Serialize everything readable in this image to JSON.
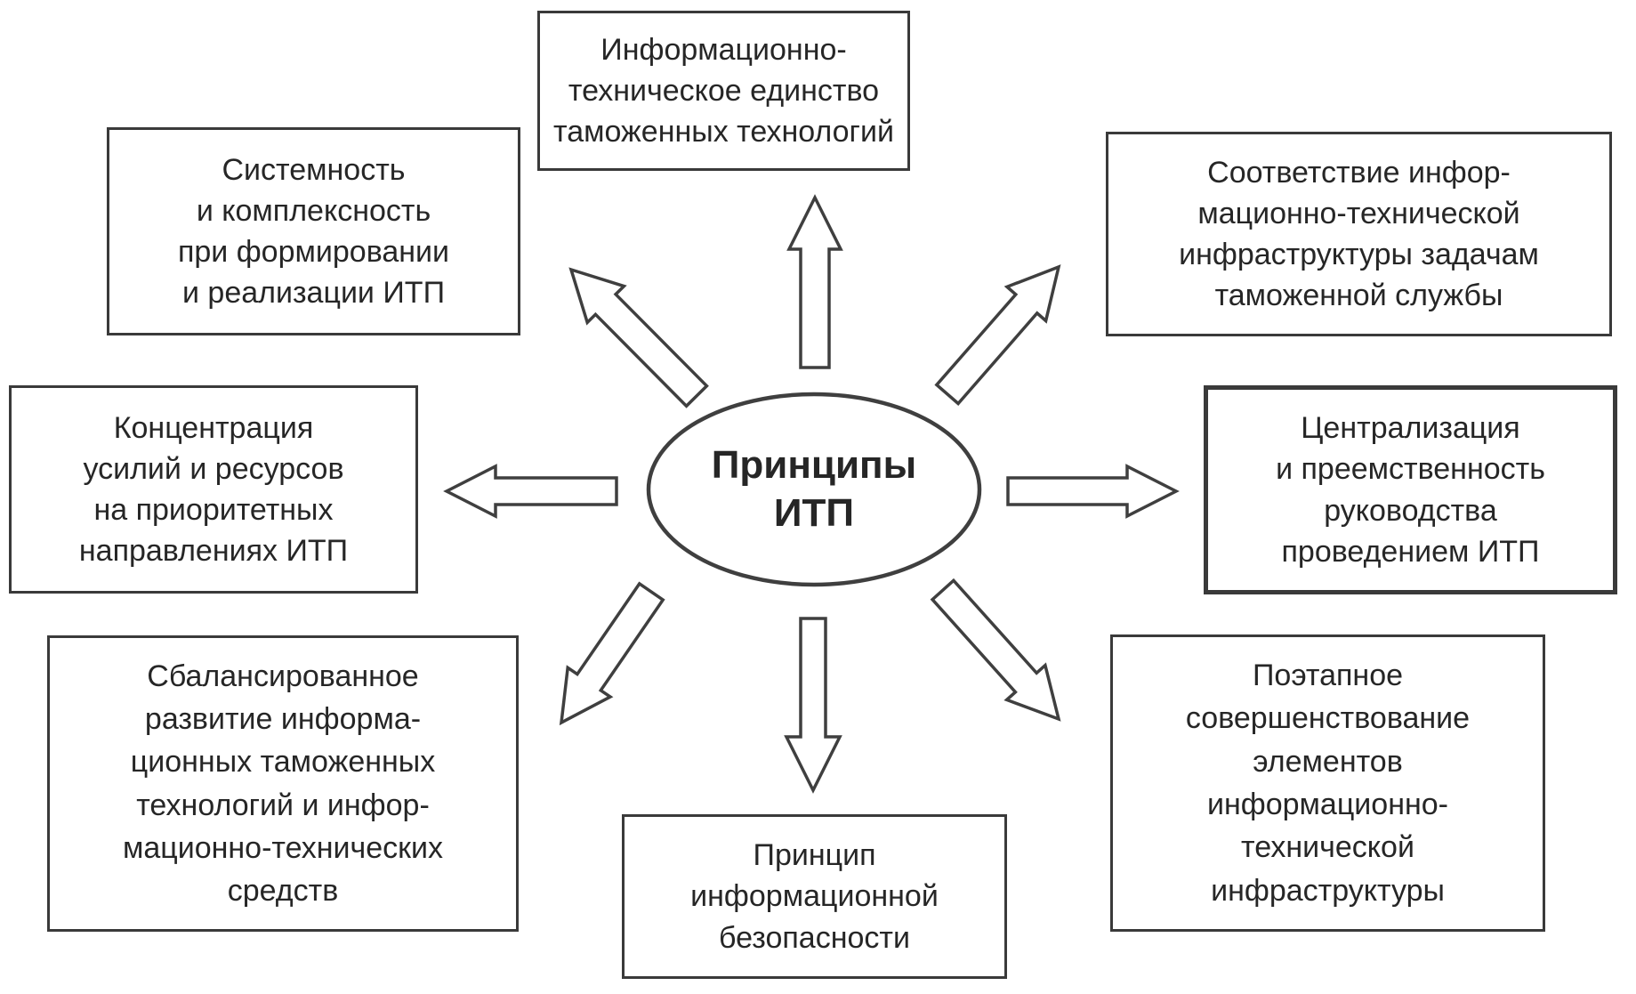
{
  "diagram": {
    "center": {
      "title": [
        "Принципы",
        "ИТП"
      ]
    },
    "boxes": {
      "top_center": {
        "lines": [
          "Информационно-",
          "техническое единство",
          "таможенных технологий"
        ]
      },
      "top_left": {
        "lines": [
          "Системность",
          "и комплексность",
          "при формировании",
          "и реализации ИТП"
        ]
      },
      "top_right": {
        "lines": [
          "Соответствие инфор-",
          "мационно-технической",
          "инфраструктуры задачам",
          "таможенной службы"
        ]
      },
      "middle_left": {
        "lines": [
          "Концентрация",
          "усилий и ресурсов",
          "на приоритетных",
          "направлениях ИТП"
        ]
      },
      "middle_right": {
        "lines": [
          "Централизация",
          "и преемственность",
          "руководства",
          "проведением ИТП"
        ]
      },
      "bottom_left": {
        "lines": [
          "Сбалансированное",
          "развитие информа-",
          "ционных таможенных",
          "технологий и инфор-",
          "мационно-технических",
          "средств"
        ]
      },
      "bottom_center": {
        "lines": [
          "Принцип",
          "информационной",
          "безопасности"
        ]
      },
      "bottom_right": {
        "lines": [
          "Поэтапное",
          "совершенствование",
          "элементов",
          "информационно-",
          "технической",
          "инфраструктуры"
        ]
      }
    },
    "colors": {
      "text": "#262626",
      "border": "#3a3a3a",
      "background": "#ffffff"
    }
  }
}
